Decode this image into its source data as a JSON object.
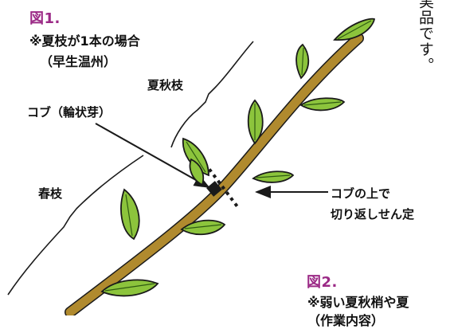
{
  "fig1": {
    "title": "図1.",
    "note_line1": "※夏枝が1本の場合",
    "note_line2": "（早生温州）"
  },
  "labels": {
    "summer_autumn_branch": "夏秋枝",
    "knob": "コブ（輪状芽）",
    "spring_branch": "春枝",
    "cut_line1": "コブの上で",
    "cut_line2": "切り返しせん定"
  },
  "fig2": {
    "title": "図2.",
    "note_partial": "※弱い夏秋梢や夏",
    "note_partial2": "（作業内容）"
  },
  "side_text": "実品です。",
  "colors": {
    "accent": "#9b2a86",
    "branch": "#b08a2e",
    "leaf": "#8cc43c",
    "leaf_vein": "#2f5b12",
    "outline": "#1a1a1a"
  }
}
